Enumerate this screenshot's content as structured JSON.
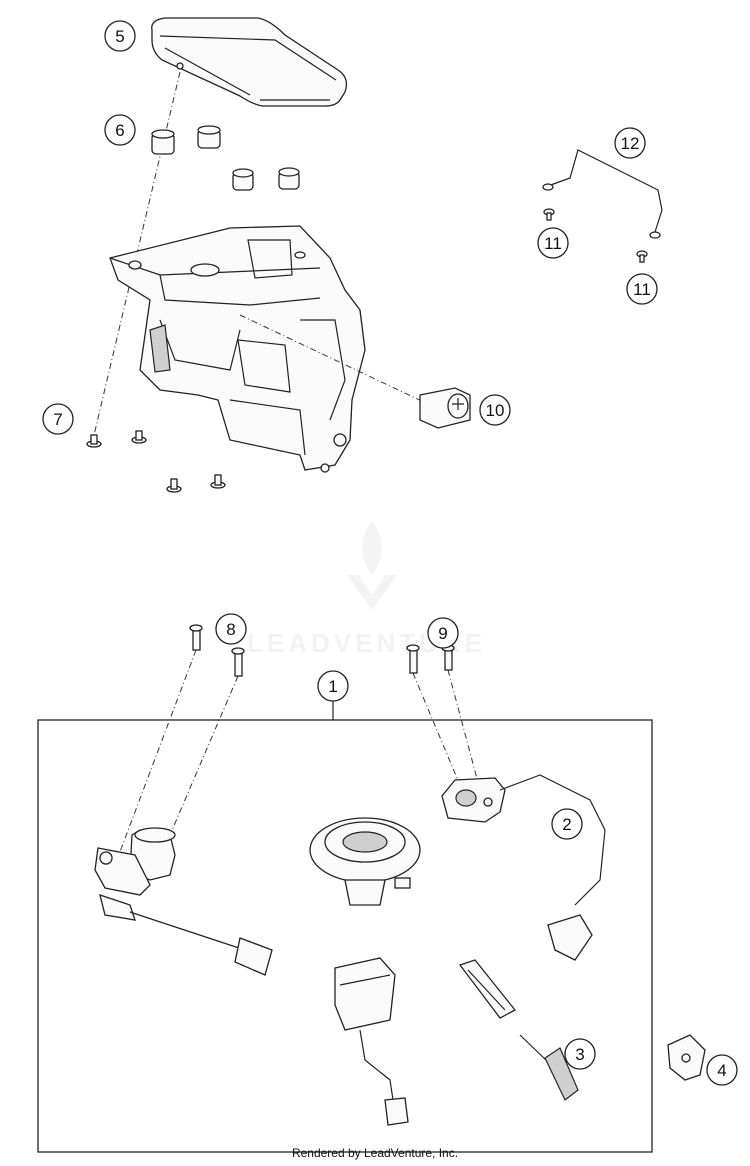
{
  "callouts": {
    "c1": "1",
    "c2": "2",
    "c3": "3",
    "c4": "4",
    "c5": "5",
    "c6": "6",
    "c7": "7",
    "c8": "8",
    "c9": "9",
    "c10": "10",
    "c11a": "11",
    "c11b": "11",
    "c12": "12"
  },
  "watermark": {
    "text": "LEADVENTURE"
  },
  "footer": {
    "text": "Rendered by LeadVenture, Inc."
  }
}
